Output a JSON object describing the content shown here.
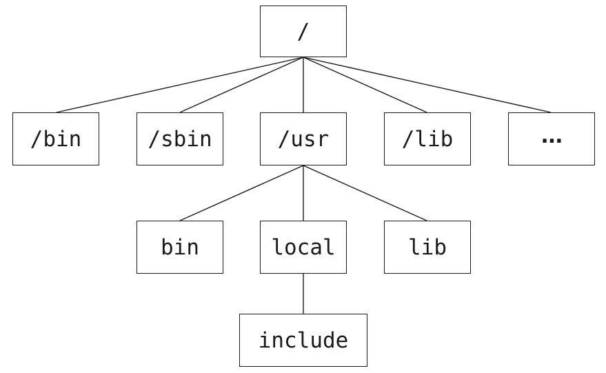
{
  "diagram": {
    "nodes": {
      "root": "/",
      "bin": "/bin",
      "sbin": "/sbin",
      "usr": "/usr",
      "lib": "/lib",
      "more": "...",
      "usr_bin": "bin",
      "usr_local": "local",
      "usr_lib": "lib",
      "local_include": "include"
    },
    "edges": [
      [
        "root",
        "bin"
      ],
      [
        "root",
        "sbin"
      ],
      [
        "root",
        "usr"
      ],
      [
        "root",
        "lib"
      ],
      [
        "root",
        "more"
      ],
      [
        "usr",
        "usr_bin"
      ],
      [
        "usr",
        "usr_local"
      ],
      [
        "usr",
        "usr_lib"
      ],
      [
        "usr_local",
        "local_include"
      ]
    ]
  }
}
